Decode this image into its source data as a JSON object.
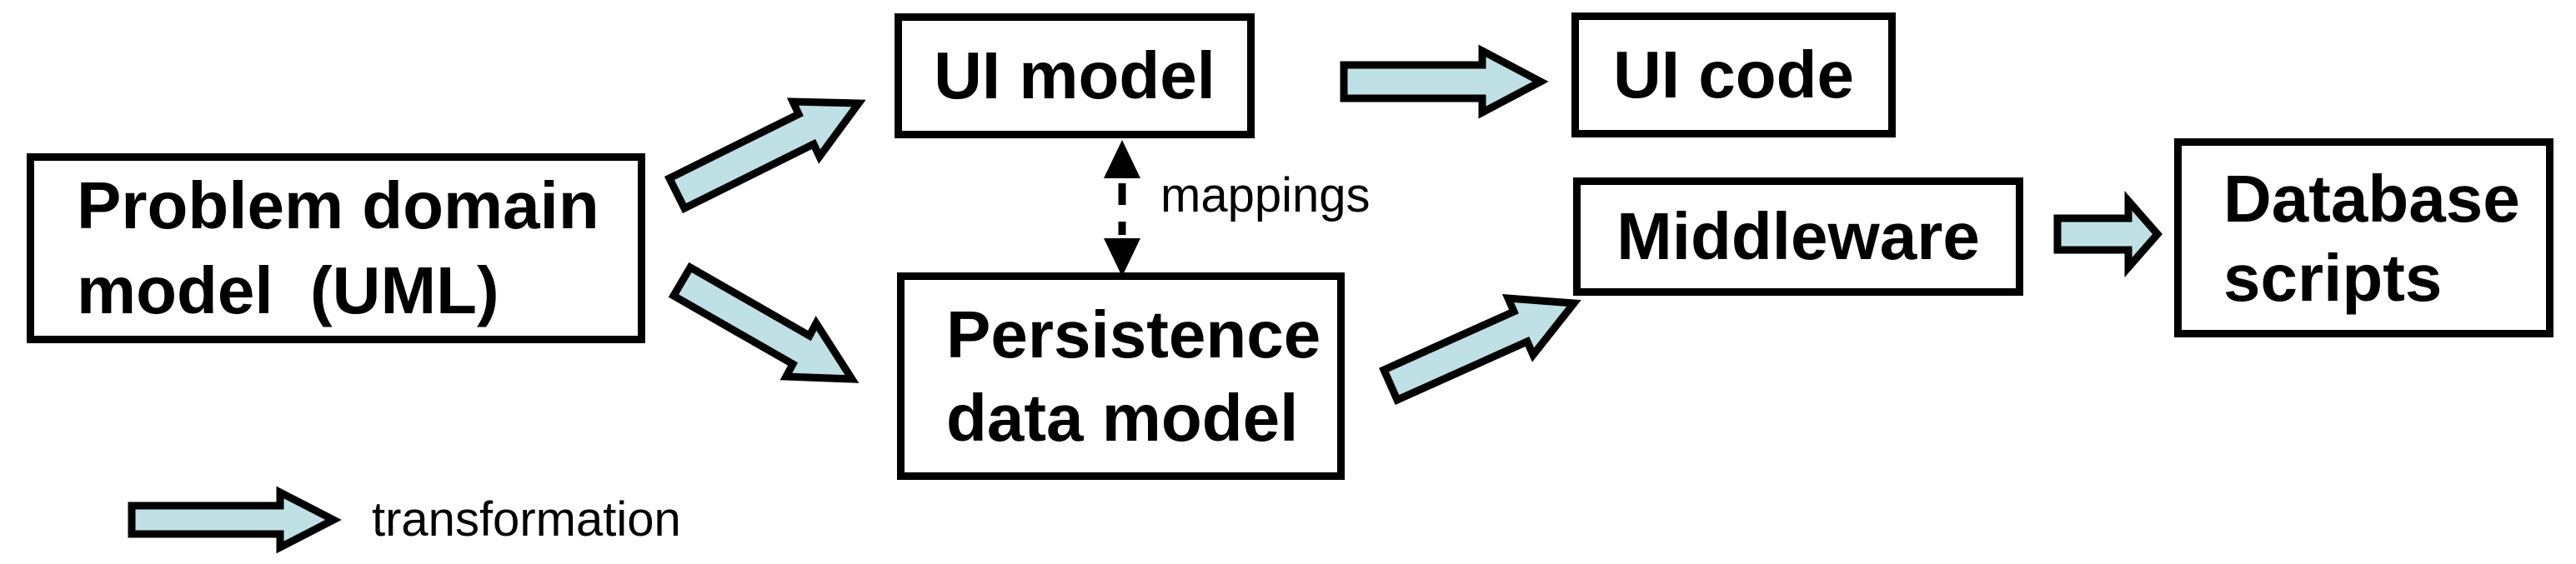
{
  "colors": {
    "arrow_fill": "#bfe0e4",
    "line": "#000000",
    "background": "#ffffff",
    "text": "#000000"
  },
  "nodes": {
    "problem_domain": {
      "lines": [
        "Problem domain",
        "model  (UML)"
      ]
    },
    "ui_model": {
      "label": "UI model"
    },
    "ui_code": {
      "label": "UI code"
    },
    "middleware": {
      "label": "Middleware"
    },
    "persistence": {
      "lines": [
        "Persistence",
        "data model"
      ]
    },
    "db_scripts": {
      "lines": [
        "Database",
        "scripts"
      ]
    }
  },
  "annotations": {
    "mappings_label": "mappings"
  },
  "legend": {
    "symbol": "transformation-arrow",
    "label": "transformation"
  },
  "connections": [
    {
      "from": "Problem domain model (UML)",
      "to": "UI model",
      "type": "transformation",
      "bidirectional": false
    },
    {
      "from": "Problem domain model (UML)",
      "to": "Persistence data model",
      "type": "transformation",
      "bidirectional": false
    },
    {
      "from": "UI model",
      "to": "UI code",
      "type": "transformation",
      "bidirectional": false
    },
    {
      "from": "Persistence data model",
      "to": "Middleware",
      "type": "transformation",
      "bidirectional": false
    },
    {
      "from": "Middleware",
      "to": "Database scripts",
      "type": "transformation",
      "bidirectional": false
    },
    {
      "from": "UI model",
      "to": "Persistence data model",
      "type": "mappings",
      "bidirectional": true
    }
  ]
}
